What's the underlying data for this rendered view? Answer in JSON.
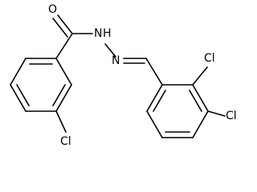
{
  "molecule": {
    "atoms": {
      "oxygen": "O",
      "nh": "N",
      "h_on_n": "H",
      "imine_n": "N",
      "cl_ring1": "Cl",
      "cl_ring2_a": "Cl",
      "cl_ring2_b": "Cl"
    }
  },
  "colors": {
    "bond": "#000000",
    "label": "#000000",
    "background": "#ffffff"
  }
}
